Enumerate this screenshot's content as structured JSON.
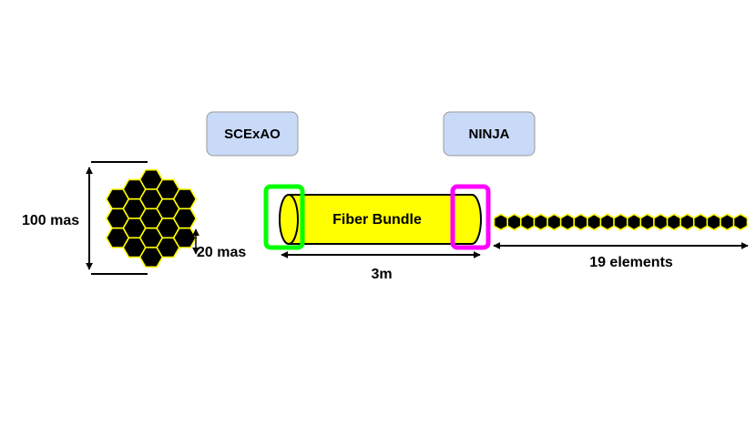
{
  "boxes": {
    "left": {
      "label": "SCExAO"
    },
    "right": {
      "label": "NINJA"
    }
  },
  "bundle": {
    "label": "Fiber Bundle",
    "length_label": "3m"
  },
  "input_array": {
    "height_label": "100 mas",
    "element_label": "20 mas",
    "element_count": 19
  },
  "output_array": {
    "label": "19 elements",
    "element_count": 19
  },
  "colors": {
    "fiber": "#ffff00",
    "hex_fill": "#000000",
    "hex_edge": "#ffff00",
    "box_fill": "#c9daf8",
    "box_border": "#999999",
    "input_end": "#00ff00",
    "output_end": "#ff00ff"
  }
}
